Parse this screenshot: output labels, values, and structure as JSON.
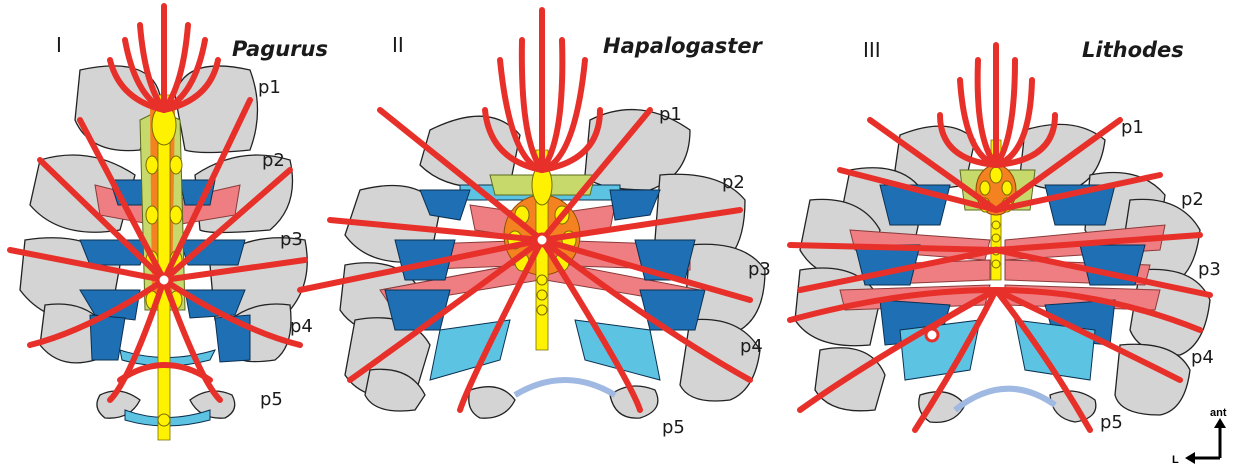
{
  "panels": [
    {
      "numeral": "I",
      "genus": "Pagurus",
      "legs": [
        "p1",
        "p2",
        "p3",
        "p4",
        "p5"
      ]
    },
    {
      "numeral": "II",
      "genus": "Hapalogaster",
      "legs": [
        "p1",
        "p2",
        "p3",
        "p4",
        "p5"
      ]
    },
    {
      "numeral": "III",
      "genus": "Lithodes",
      "legs": [
        "p1",
        "p2",
        "p3",
        "p4",
        "p5"
      ]
    }
  ],
  "orientation": {
    "up_label": "ant",
    "side_label": "L"
  },
  "colors": {
    "artery": "#e8302a",
    "artery_outline": "#a11b16",
    "coxa_gray": "#d4d4d4",
    "muscle_blue_dark": "#1f6fb5",
    "muscle_blue_light": "#5cc3e3",
    "muscle_pink": "#ef7e82",
    "nerve_yellow": "#fff200",
    "ganglion_orange": "#f58220",
    "sheath_green": "#c7d96b",
    "arc_blue": "#9fb9e3"
  }
}
